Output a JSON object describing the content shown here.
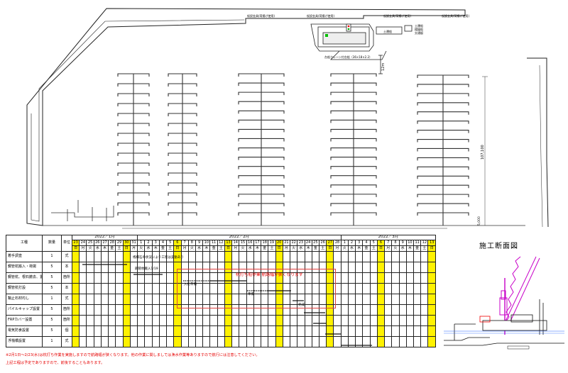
{
  "plan": {
    "labels": {
      "float1": "仮設金具(荷揚げ使用)",
      "float2": "仮設金具(荷揚げ使用)",
      "float3": "仮設金具(荷揚げ使用)",
      "float4": "仮設金具(荷揚げ使用)",
      "crane": "台船クレーン付台船（36×18×2.2）",
      "dim_12m": "12m",
      "dim_height": "107,100",
      "dim_bottom": "5,000",
      "legend1": "土運船",
      "legend2": "揚錨船",
      "legend3": "交通艇"
    }
  },
  "schedule": {
    "col_headers": {
      "name": "工種",
      "qty": "数量",
      "unit": "単位"
    },
    "months": [
      "2022／1月",
      "2022／2月",
      "2022／3月"
    ],
    "days": [
      "23",
      "24",
      "25",
      "26",
      "27",
      "28",
      "29",
      "30",
      "31",
      "1",
      "2",
      "3",
      "4",
      "5",
      "6",
      "7",
      "8",
      "9",
      "10",
      "11",
      "12",
      "13",
      "14",
      "15",
      "16",
      "17",
      "18",
      "19",
      "20",
      "21",
      "22",
      "23",
      "24",
      "25",
      "26",
      "27",
      "28",
      "1",
      "2",
      "3",
      "4",
      "5",
      "6",
      "7",
      "8",
      "9",
      "10",
      "11",
      "12",
      "13"
    ],
    "weekdays": [
      "日",
      "月",
      "火",
      "水",
      "木",
      "金",
      "土",
      "日",
      "月",
      "火",
      "水",
      "木",
      "金",
      "土",
      "日",
      "月",
      "火",
      "水",
      "木",
      "金",
      "土",
      "日",
      "月",
      "火",
      "水",
      "木",
      "金",
      "土",
      "日",
      "月",
      "火",
      "水",
      "木",
      "金",
      "土",
      "日",
      "月",
      "火",
      "水",
      "木",
      "金",
      "土",
      "日",
      "月",
      "火",
      "水",
      "木",
      "金",
      "土",
      "日"
    ],
    "highlight_cols": [
      0,
      7,
      14,
      21,
      28,
      35,
      42,
      49
    ],
    "rows": [
      {
        "name": "着手調査",
        "qty": "1",
        "unit": "式"
      },
      {
        "name": "鋼管杭搬入・荷揚",
        "qty": "5",
        "unit": "本"
      },
      {
        "name": "鋼管杭、根石撤去、置換砕石",
        "qty": "5",
        "unit": "箇所"
      },
      {
        "name": "鋼管杭打設",
        "qty": "5",
        "unit": "本"
      },
      {
        "name": "鞘止石材均し",
        "qty": "1",
        "unit": "式"
      },
      {
        "name": "パイルキャップ設置",
        "qty": "5",
        "unit": "箇所"
      },
      {
        "name": "FRPカバー設置",
        "qty": "5",
        "unit": "箇所"
      },
      {
        "name": "電気防食設置",
        "qty": "5",
        "unit": "個"
      },
      {
        "name": "浮桟橋設置",
        "qty": "1",
        "unit": "式"
      }
    ],
    "annotations": {
      "a1": "鋼管杭搬入1/19",
      "a2": "桟橋石の状況により工程は変動あり",
      "a3": "入札準備",
      "a4": "準備",
      "a5": "完成"
    },
    "caution_box": "杭打ち船作業 航路幅が狭くなります"
  },
  "notes": {
    "note1": "※2月1日～2/23(水)は杭打ち作業を実施しますので航路幅が狭くなります。他の作業に関しましては漁水作業等ありますので航行には注意してください。",
    "note2": "上記工程は予定でありますので、前後することもあります。"
  },
  "section": {
    "title": "施工断面図"
  },
  "colors": {
    "highlight": "#fff200",
    "warning": "#e60000",
    "crane": "#d000d0",
    "water": "#2060ff"
  }
}
